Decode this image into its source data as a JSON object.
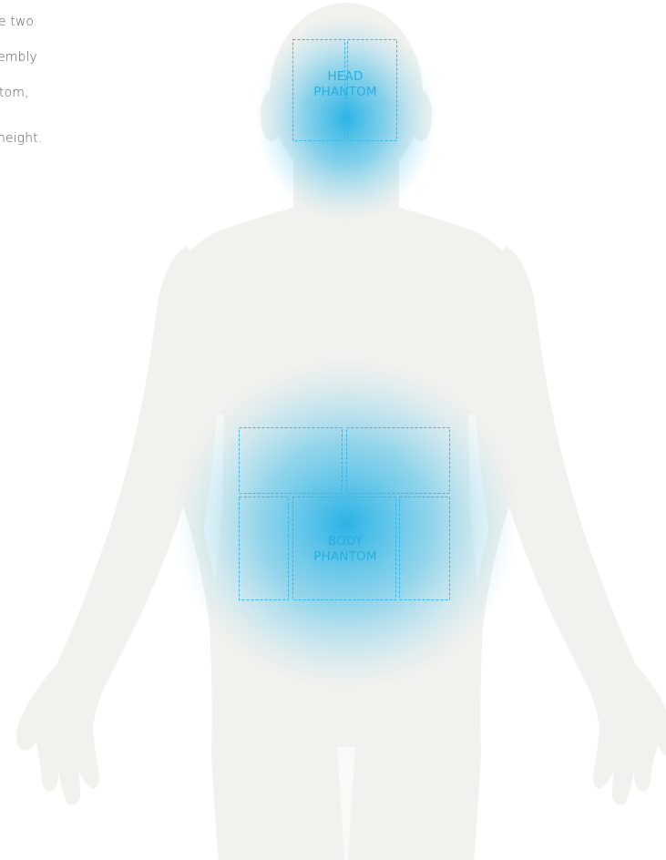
{
  "intro_text": {
    "lines": [
      "e two",
      "embly",
      "tom,",
      "height."
    ]
  },
  "phantoms": {
    "head": {
      "line1": "HEAD",
      "line2": "PHANTOM"
    },
    "body": {
      "line1": "BODY",
      "line2": "PHANTOM"
    }
  },
  "colors": {
    "silhouette": "#f1f1ee",
    "glow": "#21b0e6",
    "dashed_outline": "#39b4e6",
    "label_text": "#2aaee0",
    "body_text": "#555a5e"
  }
}
